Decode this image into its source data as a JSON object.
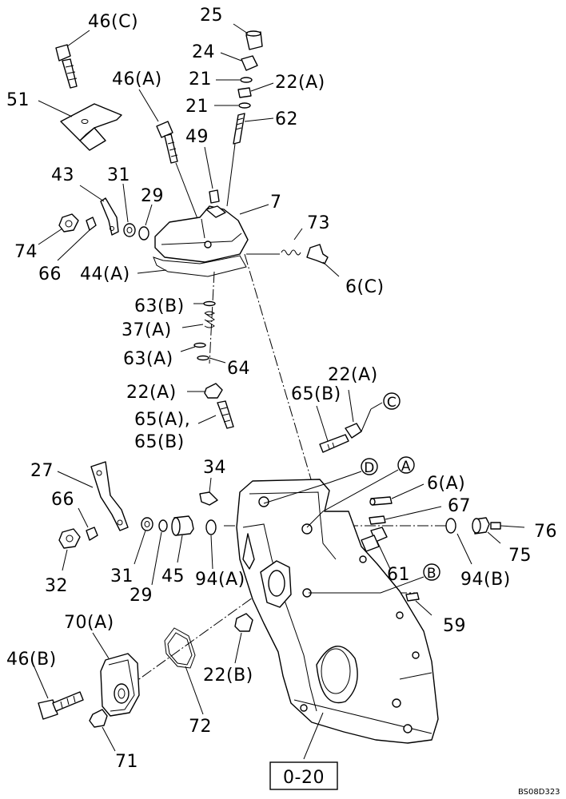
{
  "labels": {
    "l_46c": "46(C)",
    "l_25": "25",
    "l_24": "24",
    "l_21a": "21",
    "l_22a_top": "22(A)",
    "l_21b": "21",
    "l_62": "62",
    "l_46a": "46(A)",
    "l_51": "51",
    "l_49": "49",
    "l_43": "43",
    "l_31_top": "31",
    "l_29_top": "29",
    "l_7": "7",
    "l_73": "73",
    "l_74": "74",
    "l_66_top": "66",
    "l_44a": "44(A)",
    "l_6c": "6(C)",
    "l_63b": "63(B)",
    "l_37a": "37(A)",
    "l_63a": "63(A)",
    "l_64": "64",
    "l_22a_mid": "22(A)",
    "l_22a_right": "22(A)",
    "l_65b_right": "65(B)",
    "l_65a": "65(A),",
    "l_65b_mid": "65(B)",
    "l_27": "27",
    "l_34": "34",
    "l_6a": "6(A)",
    "l_67": "67",
    "l_66_mid": "66",
    "l_76": "76",
    "l_75": "75",
    "l_32": "32",
    "l_31_mid": "31",
    "l_45": "45",
    "l_29_mid": "29",
    "l_94a": "94(A)",
    "l_61": "61",
    "l_94b": "94(B)",
    "l_59": "59",
    "l_70a": "70(A)",
    "l_46b": "46(B)",
    "l_22b": "22(B)",
    "l_72": "72",
    "l_71": "71",
    "ref_box": "0-20",
    "drawing_code": "BS08D323"
  },
  "callouts": {
    "c_C": "C",
    "c_D": "D",
    "c_A": "A",
    "c_B": "B"
  }
}
